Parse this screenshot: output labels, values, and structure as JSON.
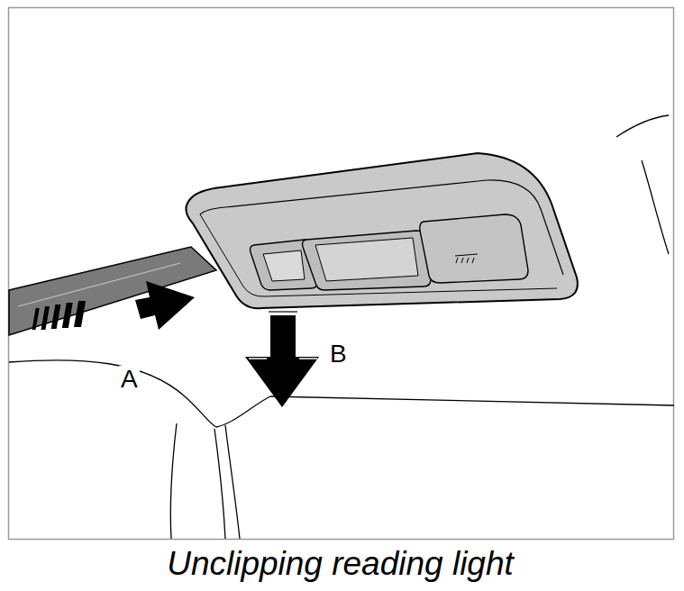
{
  "diagram": {
    "caption": "Unclipping reading light",
    "labels": [
      "A",
      "B"
    ]
  }
}
